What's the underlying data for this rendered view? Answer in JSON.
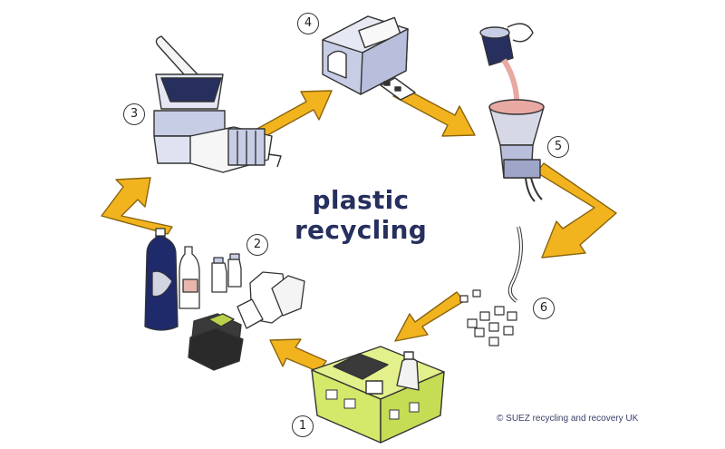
{
  "title": "plastic recycling",
  "credit": "© SUEZ recycling and recovery UK",
  "steps": [
    "1",
    "2",
    "3",
    "4",
    "5",
    "6"
  ],
  "colors": {
    "arrow": "#f2b41e",
    "arrow_edge": "#8a6410",
    "title": "#262f5e",
    "machine_blue": "#c8cde6",
    "crate_green": "#d4e86a",
    "bottle_navy": "#1f2a6b",
    "melt_pink": "#e9a9a3"
  },
  "icons": [
    "recycling-crate-icon",
    "plastic-waste-icon",
    "shredder-icon",
    "washing-machine-icon",
    "melting-extruder-icon",
    "pellets-icon"
  ]
}
